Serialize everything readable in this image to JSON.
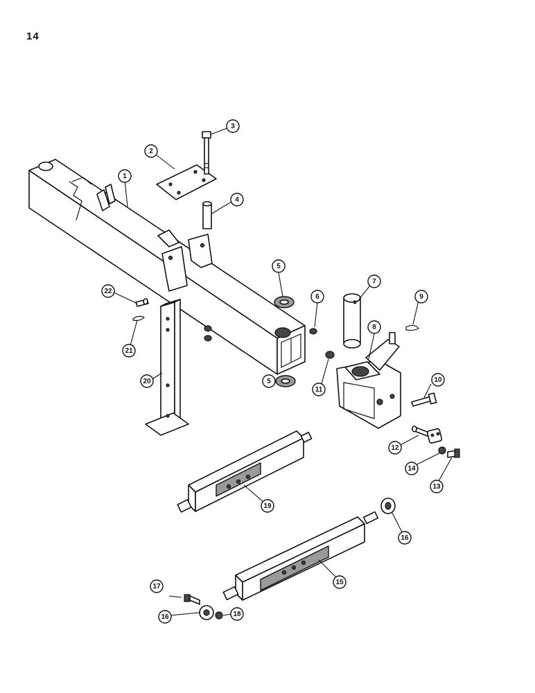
{
  "page": {
    "number": "14"
  },
  "callouts": [
    {
      "label": "1"
    },
    {
      "label": "2"
    },
    {
      "label": "3"
    },
    {
      "label": "4"
    },
    {
      "label": "5"
    },
    {
      "label": "5"
    },
    {
      "label": "6"
    },
    {
      "label": "7"
    },
    {
      "label": "8"
    },
    {
      "label": "9"
    },
    {
      "label": "10"
    },
    {
      "label": "11"
    },
    {
      "label": "12"
    },
    {
      "label": "13"
    },
    {
      "label": "14"
    },
    {
      "label": "15"
    },
    {
      "label": "16"
    },
    {
      "label": "16"
    },
    {
      "label": "17"
    },
    {
      "label": "18"
    },
    {
      "label": "19"
    },
    {
      "label": "20"
    },
    {
      "label": "21"
    },
    {
      "label": "22"
    }
  ]
}
